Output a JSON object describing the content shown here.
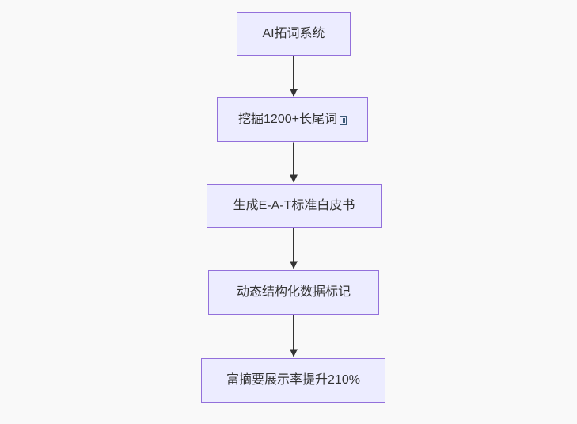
{
  "page": {
    "background_color": "#f9f9f9"
  },
  "flowchart": {
    "type": "flowchart",
    "direction": "top-to-bottom",
    "nodes": [
      {
        "label": "AI拓词系统"
      },
      {
        "label": "挖掘1200+长尾词",
        "trailing_icon": "missing-glyph-box"
      },
      {
        "label": "生成E-A-T标准白皮书"
      },
      {
        "label": "动态结构化数据标记"
      },
      {
        "label": "富摘要展示率提升210%"
      }
    ],
    "edges": [
      {
        "from": 0,
        "to": 1
      },
      {
        "from": 1,
        "to": 2
      },
      {
        "from": 2,
        "to": 3
      },
      {
        "from": 3,
        "to": 4
      }
    ],
    "style": {
      "node_fill": "#ececff",
      "node_border": "#9370db",
      "text_color": "#333333",
      "arrow_color": "#333333"
    }
  }
}
